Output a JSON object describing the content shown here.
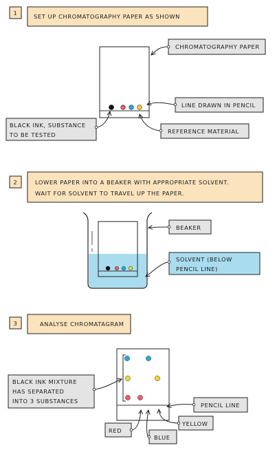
{
  "steps": [
    {
      "number": "1",
      "instruction": "SET UP CHROMATOGRAPHY PAPER AS SHOWN"
    },
    {
      "number": "2",
      "instruction_line1": "LOWER PAPER INTO A BEAKER WITH APPROPRIATE SOLVENT.",
      "instruction_line2": "WAIT FOR SOLVENT TO TRAVEL UP THE PAPER."
    },
    {
      "number": "3",
      "instruction": "ANALYSE CHROMATAGRAM"
    }
  ],
  "labels": {
    "chromatography_paper": "CHROMATOGRAPHY PAPER",
    "pencil_line_drawn": "LINE DRAWN IN PENCIL",
    "reference_material": "REFERENCE MATERIAL",
    "black_ink_line1": "BLACK INK, SUBSTANCE",
    "black_ink_line2": "TO BE TESTED",
    "beaker": "BEAKER",
    "solvent_line1": "SOLVENT (BELOW",
    "solvent_line2": "PENCIL LINE)",
    "mixture_line1": "BLACK INK MIXTURE",
    "mixture_line2": "HAS SEPARATED",
    "mixture_line3": "INTO 3 SUBSTANCES",
    "pencil_line": "PENCIL LINE",
    "red": "RED",
    "yellow": "YELLOW",
    "blue": "BLUE"
  },
  "colors": {
    "header_fill": "#fbe3bd",
    "label_fill": "#e4e4e4",
    "solvent": "#a9dcef",
    "black_ink": "#111111",
    "red": "#ee5d6c",
    "blue": "#2aa8e0",
    "yellow": "#f5d632"
  }
}
